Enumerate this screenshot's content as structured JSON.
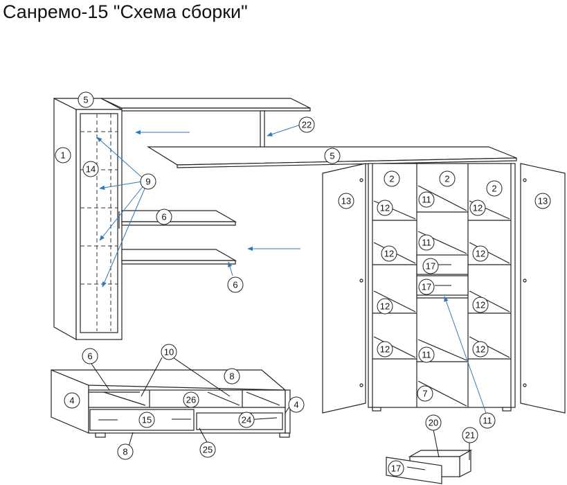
{
  "title": "Санремо-15 \"Схема сборки\"",
  "colors": {
    "line": "#222222",
    "pointer": "#2f78b8"
  },
  "callouts": [
    "1",
    "2",
    "4",
    "5",
    "6",
    "7",
    "8",
    "9",
    "10",
    "11",
    "12",
    "13",
    "14",
    "15",
    "17",
    "20",
    "21",
    "22",
    "24",
    "25",
    "26"
  ]
}
